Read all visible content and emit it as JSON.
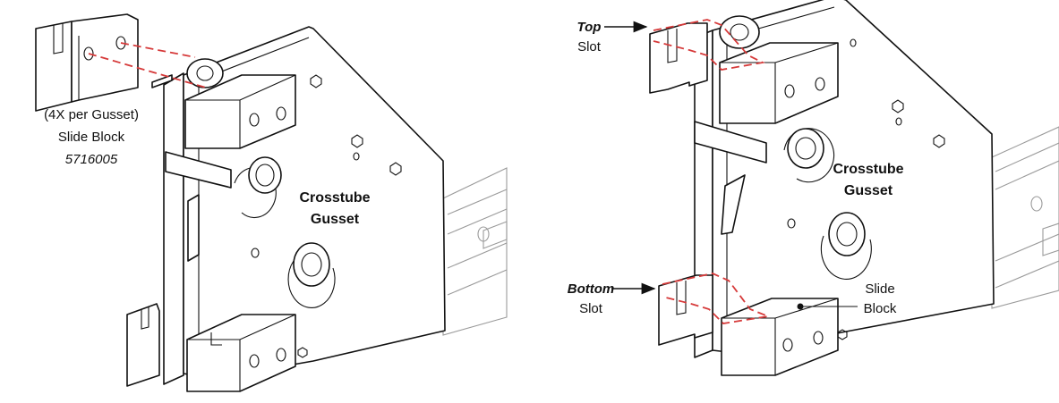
{
  "colors": {
    "accent_dash": "#d63a3a",
    "line": "#111111",
    "faint": "#9a9a9a"
  },
  "left_view": {
    "quantity_label": "(4X per Gusset)",
    "part_name": "Slide Block",
    "part_number": "5716005",
    "gusset_label_line1": "Crosstube",
    "gusset_label_line2": "Gusset"
  },
  "right_view": {
    "top_slot_label_1": "Top",
    "top_slot_label_2": "Slot",
    "bottom_slot_label_1": "Bottom",
    "bottom_slot_label_2": "Slot",
    "slide_block_label_1": "Slide",
    "slide_block_label_2": "Block",
    "gusset_label_line1": "Crosstube",
    "gusset_label_line2": "Gusset"
  }
}
